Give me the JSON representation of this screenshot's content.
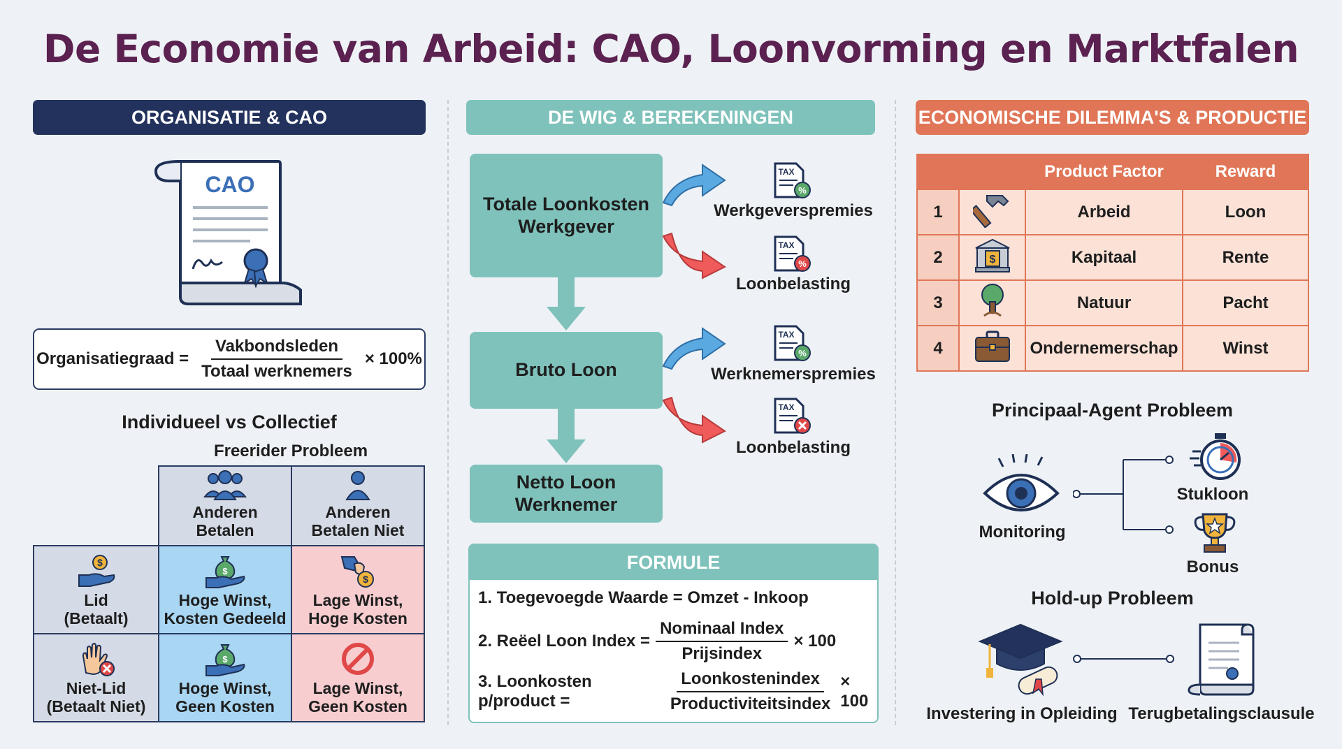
{
  "title": "De Economie van Arbeid: CAO, Loonvorming en Marktfalen",
  "colors": {
    "title": "#5b2150",
    "navy": "#22325c",
    "teal": "#7fc2bb",
    "orange": "#e07657"
  },
  "left": {
    "header": "ORGANISATIE & CAO",
    "doc_label": "CAO",
    "formula": {
      "lhs": "Organisatiegraad =",
      "numerator": "Vakbondsleden",
      "denominator": "Totaal werknemers",
      "suffix": "× 100%"
    },
    "section_title": "Individueel vs Collectief",
    "section_subtitle": "Freerider Probleem",
    "grid": {
      "col1": "Anderen Betalen",
      "col2": "Anderen Betalen Niet",
      "row1": "Lid (Betaalt)",
      "row2": "Niet-Lid (Betaalt Niet)",
      "c11": "Hoge Winst, Kosten Gedeeld",
      "c12": "Lage Winst, Hoge Kosten",
      "c21": "Hoge Winst, Geen Kosten",
      "c22": "Lage Winst, Geen Kosten"
    }
  },
  "middle": {
    "header": "DE WIG & BEREKENINGEN",
    "box1": "Totale Loonkosten Werkgever",
    "box2": "Bruto Loon",
    "box3": "Netto Loon Werknemer",
    "tax_icon_text": "TAX",
    "tax1": "Werkgeverspremies",
    "tax2": "Loonbelasting",
    "tax3": "Werknemerspremies",
    "tax4": "Loonbelasting",
    "formule_header": "FORMULE",
    "f1": "1. Toegevoegde Waarde = Omzet - Inkoop",
    "f2_lhs": "2. Reëel Loon Index =",
    "f2_num": "Nominaal Index",
    "f2_den": "Prijsindex",
    "f2_suffix": "× 100",
    "f3_lhs": "3. Loonkosten p/product =",
    "f3_num": "Loonkostenindex",
    "f3_den": "Productiviteitsindex",
    "f3_suffix": "× 100"
  },
  "right": {
    "header": "ECONOMISCHE DILEMMA'S & PRODUCTIE",
    "table": {
      "headers": [
        "",
        "",
        "Product Factor",
        "Reward"
      ],
      "rows": [
        {
          "n": "1",
          "icon": "hammer-icon",
          "factor": "Arbeid",
          "reward": "Loon"
        },
        {
          "n": "2",
          "icon": "bank-icon",
          "factor": "Kapitaal",
          "reward": "Rente"
        },
        {
          "n": "3",
          "icon": "tree-icon",
          "factor": "Natuur",
          "reward": "Pacht"
        },
        {
          "n": "4",
          "icon": "briefcase-icon",
          "factor": "Ondernemerschap",
          "reward": "Winst"
        }
      ]
    },
    "pa_title": "Principaal-Agent Probleem",
    "monitoring": "Monitoring",
    "stukloon": "Stukloon",
    "bonus": "Bonus",
    "holdup_title": "Hold-up Probleem",
    "investering": "Investering in Opleiding",
    "terugbetaling": "Terugbetalingsclausule"
  }
}
